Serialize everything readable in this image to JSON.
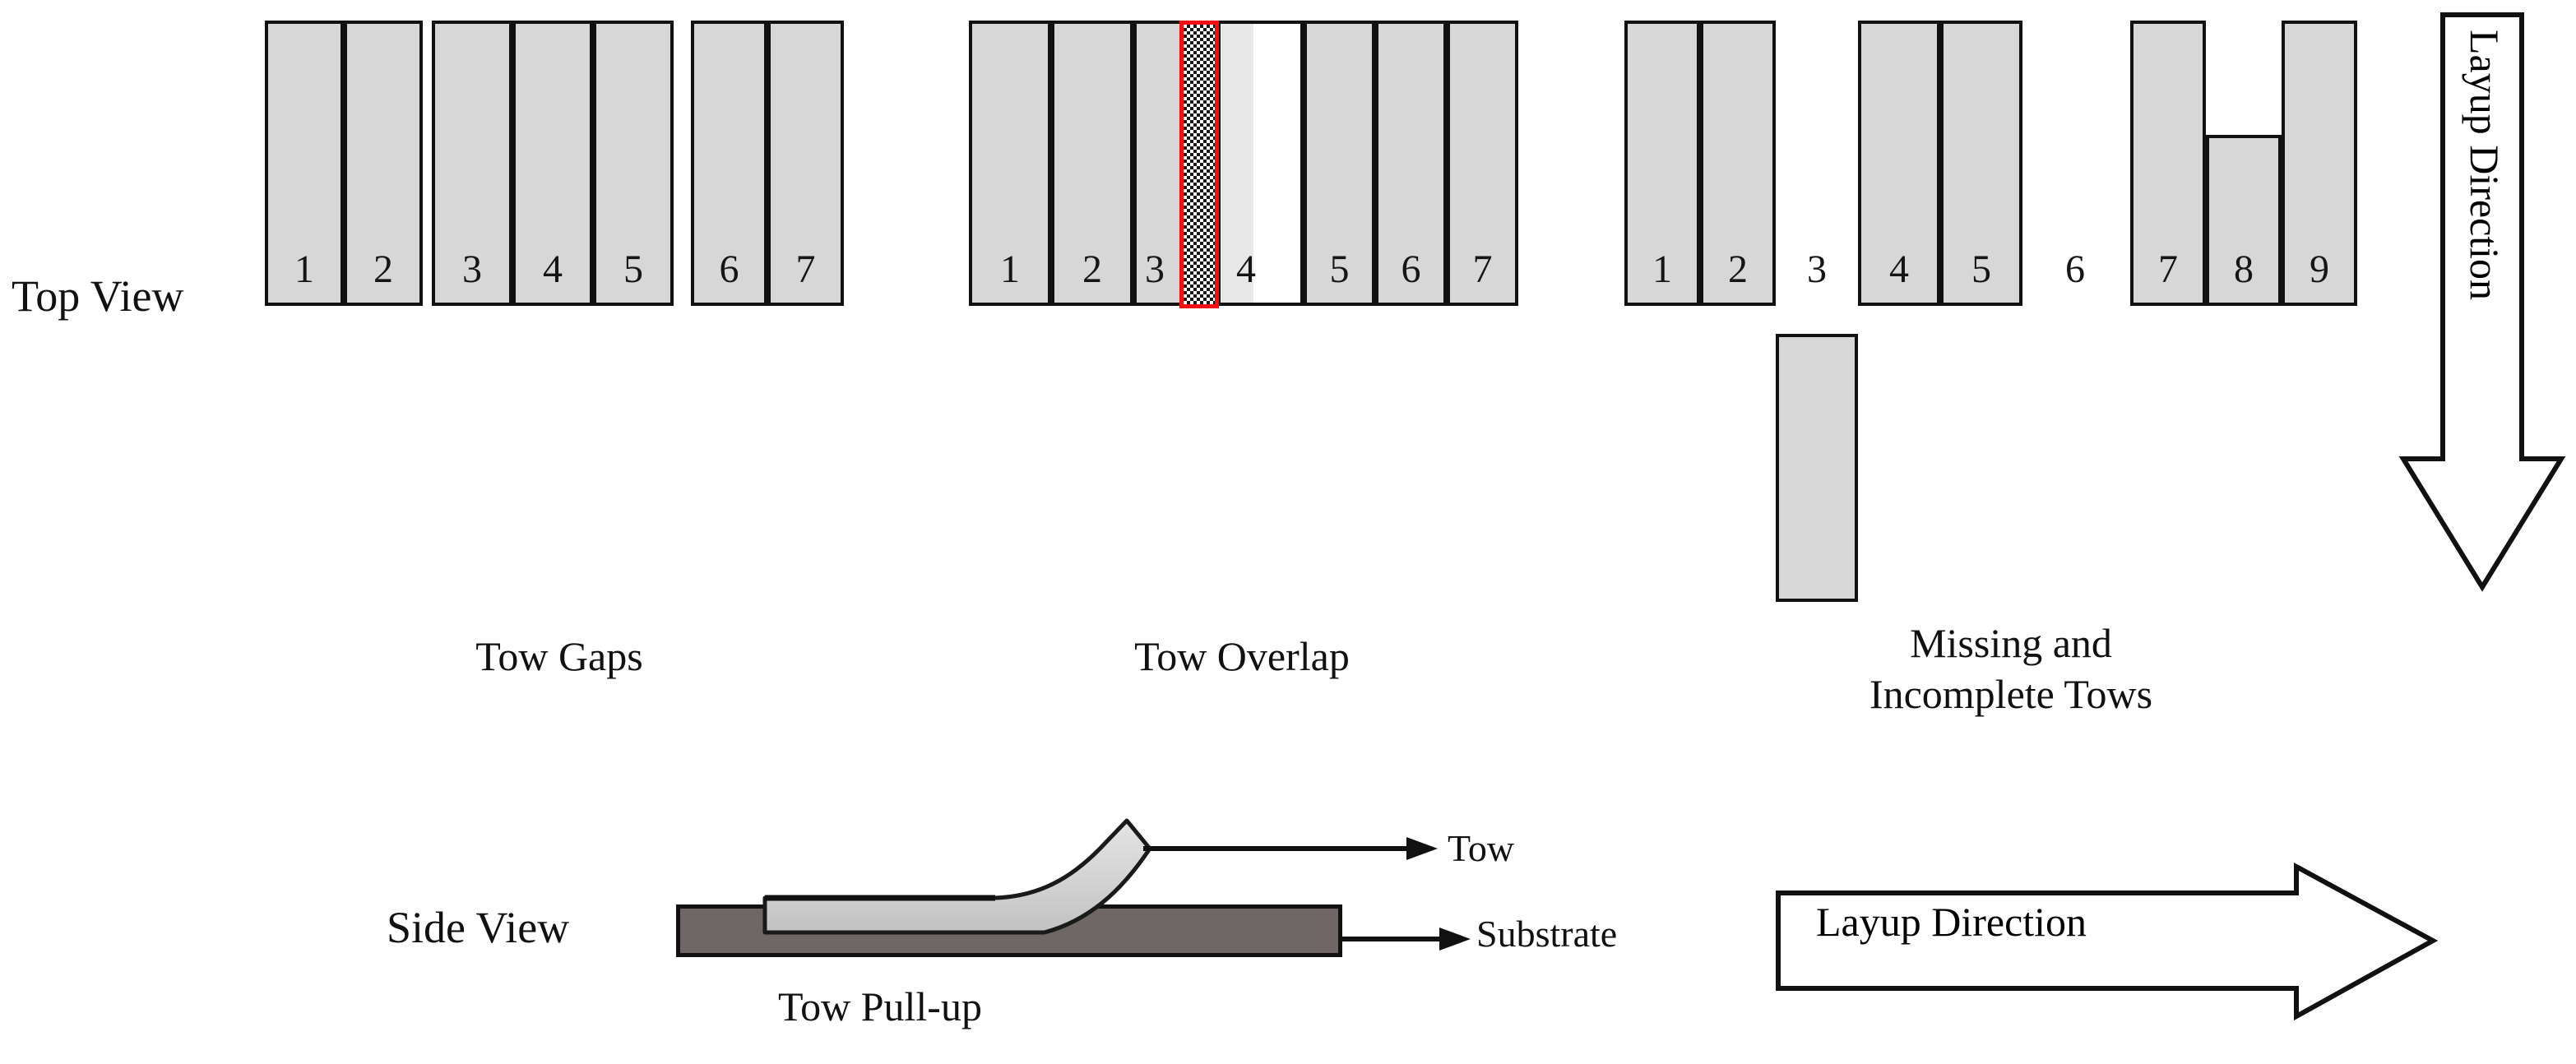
{
  "views": {
    "top_label": "Top View",
    "side_label": "Side View"
  },
  "colors": {
    "tow_fill": "#d7d7d7",
    "tow_stroke": "#111111",
    "overlap_border": "#fc0d0d",
    "substrate_fill": "#6f6766",
    "background": "#ffffff"
  },
  "panels": [
    {
      "id": "tow-gaps",
      "caption": "Tow Gaps",
      "tows": [
        {
          "label": "1"
        },
        {
          "label": "2"
        },
        {
          "label": "3"
        },
        {
          "label": "4"
        },
        {
          "label": "5"
        },
        {
          "label": "6"
        },
        {
          "label": "7"
        }
      ],
      "gap_after": [
        "2",
        "5"
      ]
    },
    {
      "id": "tow-overlap",
      "caption": "Tow Overlap",
      "tows": [
        {
          "label": "1"
        },
        {
          "label": "2"
        },
        {
          "label": "3"
        },
        {
          "label": "4"
        },
        {
          "label": "5"
        },
        {
          "label": "6"
        },
        {
          "label": "7"
        }
      ],
      "overlap_between": [
        "3",
        "4"
      ]
    },
    {
      "id": "missing-incomplete-tows",
      "caption_line1": "Missing and",
      "caption_line2": "Incomplete Tows",
      "tows": [
        {
          "label": "1",
          "state": "complete"
        },
        {
          "label": "2",
          "state": "complete"
        },
        {
          "label": "3",
          "state": "incomplete"
        },
        {
          "label": "4",
          "state": "complete"
        },
        {
          "label": "5",
          "state": "complete"
        },
        {
          "label": "6",
          "state": "missing"
        },
        {
          "label": "7",
          "state": "complete"
        },
        {
          "label": "8",
          "state": "incomplete"
        },
        {
          "label": "9",
          "state": "complete"
        }
      ]
    }
  ],
  "side_view": {
    "caption": "Tow Pull-up",
    "callouts": [
      {
        "label": "Tow"
      },
      {
        "label": "Substrate"
      }
    ]
  },
  "arrows": {
    "vertical_layup": "Layup Direction",
    "horizontal_layup": "Layup Direction"
  }
}
